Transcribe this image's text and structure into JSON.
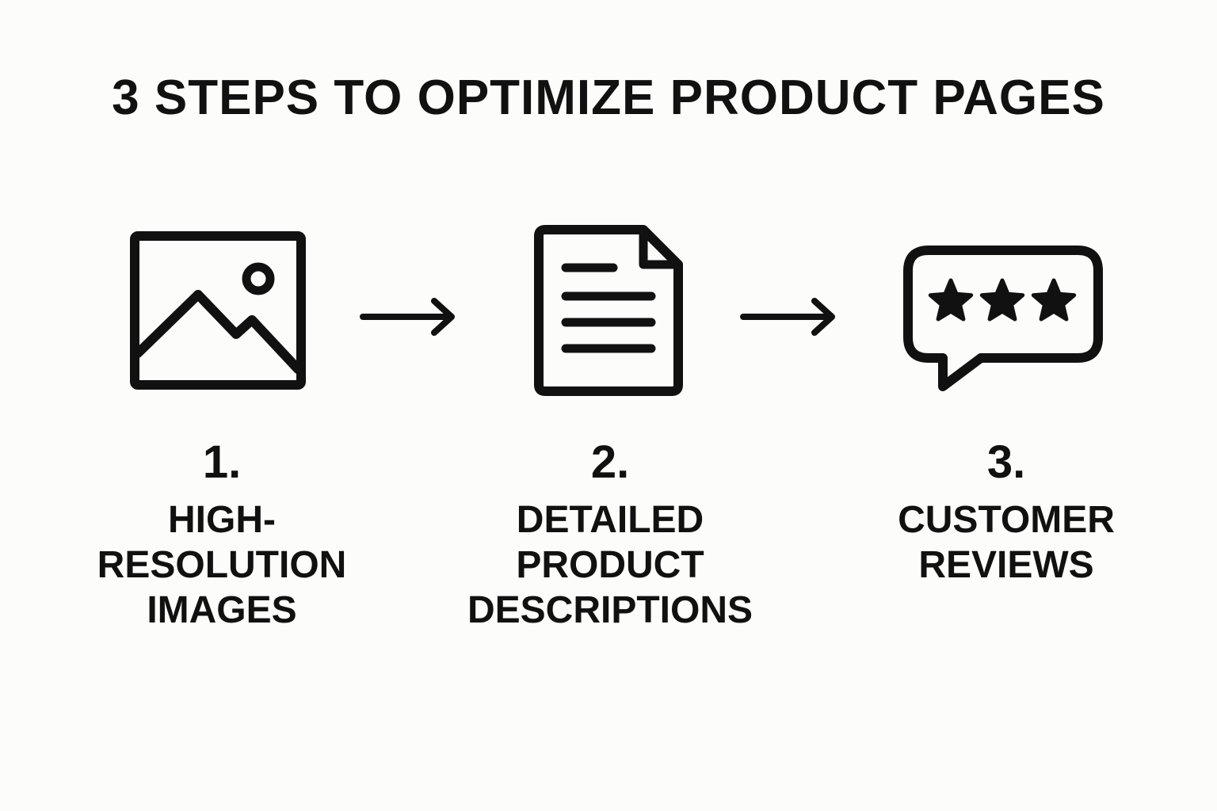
{
  "title": "3 STEPS TO OPTIMIZE PRODUCT PAGES",
  "ink_color": "#111111",
  "background_color": "#fcfcfa",
  "steps": [
    {
      "number": "1.",
      "label": "HIGH-RESOLUTION IMAGES",
      "icon": "image-icon"
    },
    {
      "number": "2.",
      "label": "DETAILED PRODUCT DESCRIPTIONS",
      "icon": "document-icon"
    },
    {
      "number": "3.",
      "label": "CUSTOMER REVIEWS",
      "icon": "star-review-bubble-icon"
    }
  ],
  "connectors": [
    "arrow-right-icon",
    "arrow-right-icon"
  ]
}
